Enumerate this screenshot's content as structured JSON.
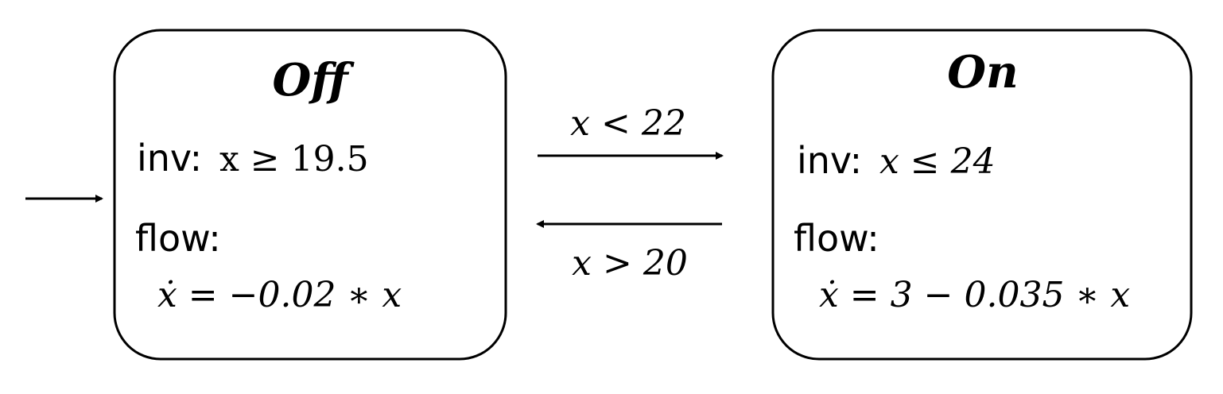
{
  "states": {
    "off": {
      "title": "Off",
      "inv_label": "inv:",
      "inv_expr": "x ≥ 19.5",
      "flow_label": "flow:",
      "flow_expr": "ẋ = −0.02 ∗ x"
    },
    "on": {
      "title": "On",
      "inv_label": "inv:",
      "inv_expr": "x ≤ 24",
      "flow_label": "flow:",
      "flow_expr": "ẋ = 3 − 0.035 ∗ x"
    }
  },
  "transitions": {
    "off_to_on": {
      "guard": "x < 22"
    },
    "on_to_off": {
      "guard": "x > 20"
    }
  },
  "colors": {
    "stroke": "#000000",
    "background": "#ffffff"
  }
}
